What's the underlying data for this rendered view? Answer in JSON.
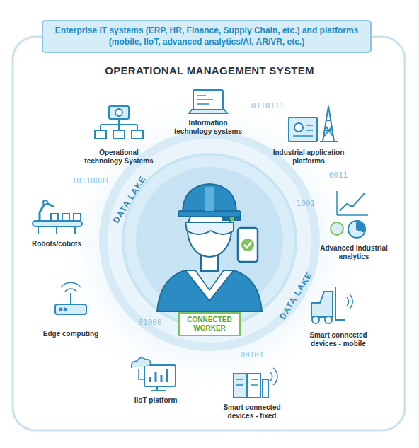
{
  "diagram": {
    "title": "OPERATIONAL MANAGEMENT SYSTEM",
    "nodes": [
      {
        "text": [
          "Enterprise IT systems (ERP, HR, Finance, Supply Chain, etc.) and platforms (mobile, IIoT, advanced analytics/AI, AR/VR, etc.)"
        ]
      },
      {
        "text": [
          "CONNECTED WORKER"
        ]
      }
    ],
    "labels": [
      "Information technology systems",
      "Operational technology Systems",
      "Industrial application platforms",
      "DATA LAKE",
      "Robots/cobots",
      "Advanced industrial analytics",
      "DATA LAKE",
      "Edge computing",
      "Smart connected devices - mobile",
      "IIoT platform",
      "Smart connected devices - fixed",
      "0110111",
      "10110001",
      "0011",
      "1001",
      "01000",
      "00101"
    ]
  }
}
